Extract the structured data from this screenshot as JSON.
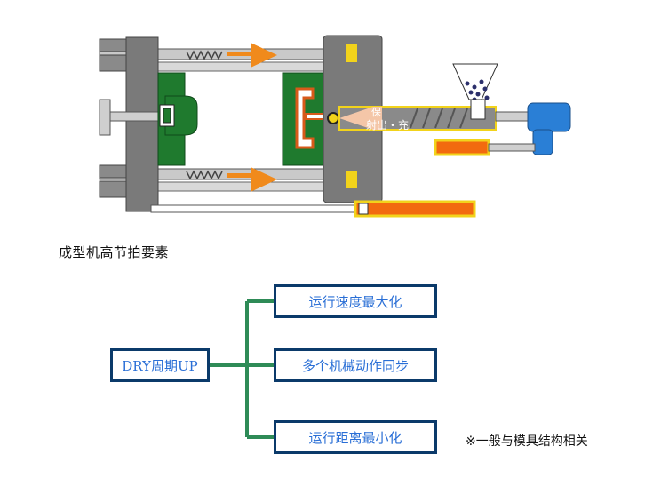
{
  "machine": {
    "inject_label": "射出・充",
    "hold_label": "保"
  },
  "caption": "成型机高节拍要素",
  "tree": {
    "root": "DRY周期UP",
    "children": [
      "运行速度最大化",
      "多个机械动作同步",
      "运行距离最小化"
    ]
  },
  "note": "※一般与模具结构相关",
  "colors": {
    "box_border": "#0b3a6a",
    "box_text": "#2a6fd6",
    "connector": "#2e8b57",
    "mold_green": "#1f7a2e",
    "platen_gray": "#7a7a7a",
    "arrow_orange": "#f08a1c",
    "cylinder_orange": "#f26a0f",
    "motor_blue": "#2a7fd6"
  }
}
